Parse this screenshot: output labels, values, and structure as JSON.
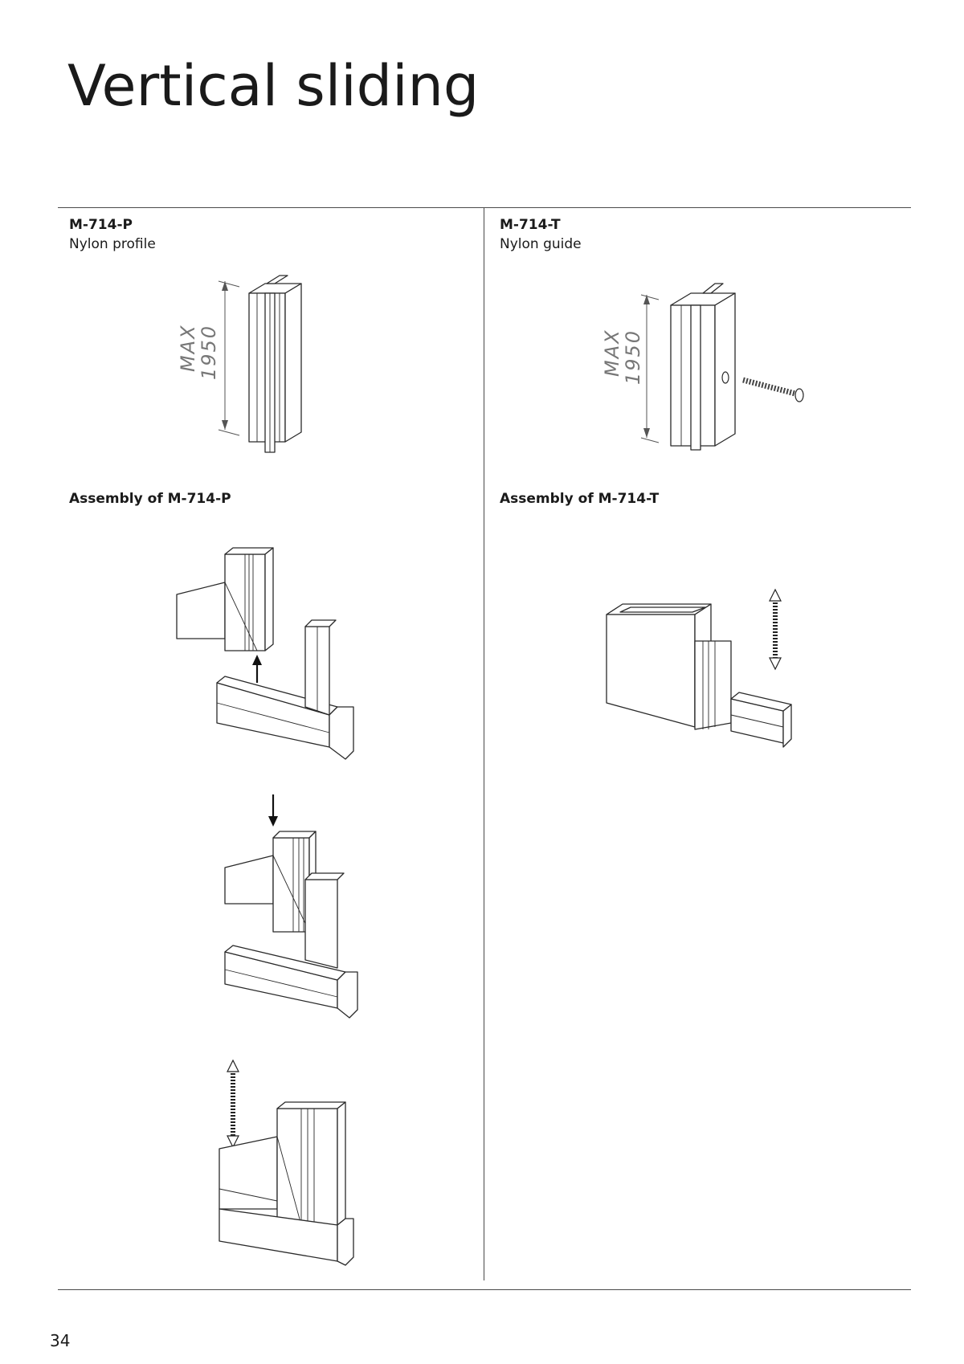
{
  "page": {
    "title": "Vertical sliding",
    "page_number": "34"
  },
  "left_column": {
    "product_code": "M-714-P",
    "product_name": "Nylon profile",
    "dimension_label_1": "MAX",
    "dimension_label_2": "1950",
    "assembly_heading": "Assembly of M-714-P"
  },
  "right_column": {
    "product_code": "M-714-T",
    "product_name": "Nylon guide",
    "dimension_label_1": "MAX",
    "dimension_label_2": "1950",
    "assembly_heading": "Assembly of M-714-T"
  }
}
